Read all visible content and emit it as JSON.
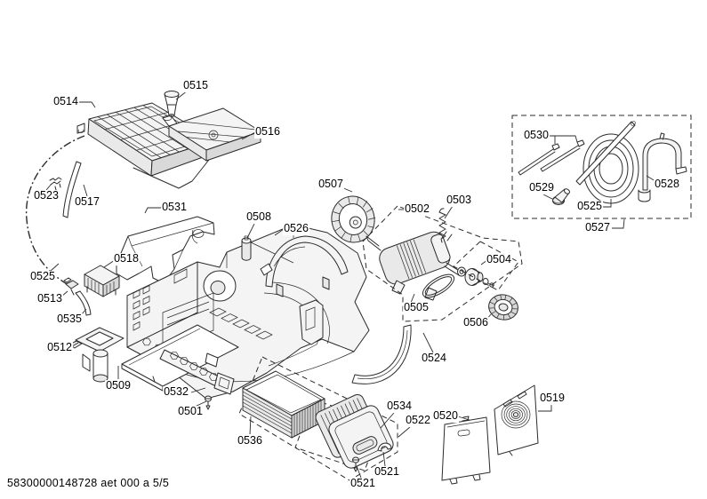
{
  "palette": {
    "background": "#ffffff",
    "line_color": "#2b2b2b",
    "text_color": "#000000"
  },
  "footer": {
    "doc_code": "58300000148728 aet 000 a 5/5"
  },
  "callouts": [
    {
      "label": "0514"
    },
    {
      "label": "0515"
    },
    {
      "label": "0516"
    },
    {
      "label": "0523"
    },
    {
      "label": "0517"
    },
    {
      "label": "0531"
    },
    {
      "label": "0508"
    },
    {
      "label": "0526"
    },
    {
      "label": "0507"
    },
    {
      "label": "0502"
    },
    {
      "label": "0503"
    },
    {
      "label": "0530"
    },
    {
      "label": "0529"
    },
    {
      "label": "0528"
    },
    {
      "label": "0525"
    },
    {
      "label": "0527"
    },
    {
      "label": "0518"
    },
    {
      "label": "0525"
    },
    {
      "label": "0513"
    },
    {
      "label": "0535"
    },
    {
      "label": "0512"
    },
    {
      "label": "0509"
    },
    {
      "label": "0532"
    },
    {
      "label": "0501"
    },
    {
      "label": "0504"
    },
    {
      "label": "0505"
    },
    {
      "label": "0506"
    },
    {
      "label": "0524"
    },
    {
      "label": "0536"
    },
    {
      "label": "0534"
    },
    {
      "label": "0522"
    },
    {
      "label": "0520"
    },
    {
      "label": "0519"
    },
    {
      "label": "0521"
    },
    {
      "label": "0521"
    }
  ]
}
